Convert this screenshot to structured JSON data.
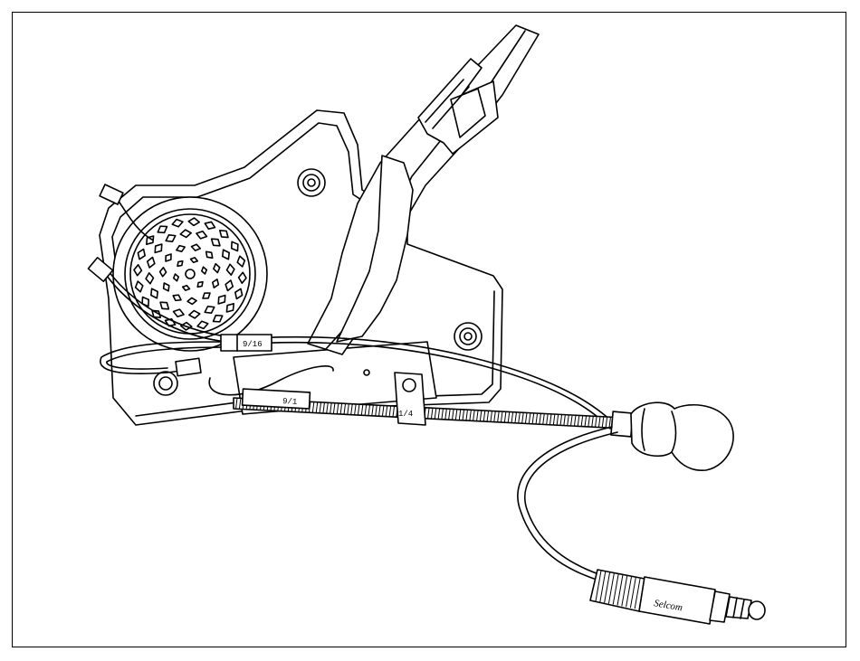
{
  "labels": {
    "connector_top": "9/16",
    "connector_mic": "9/1",
    "connector_clip": "1/4",
    "plug_brand": "Selcom"
  }
}
